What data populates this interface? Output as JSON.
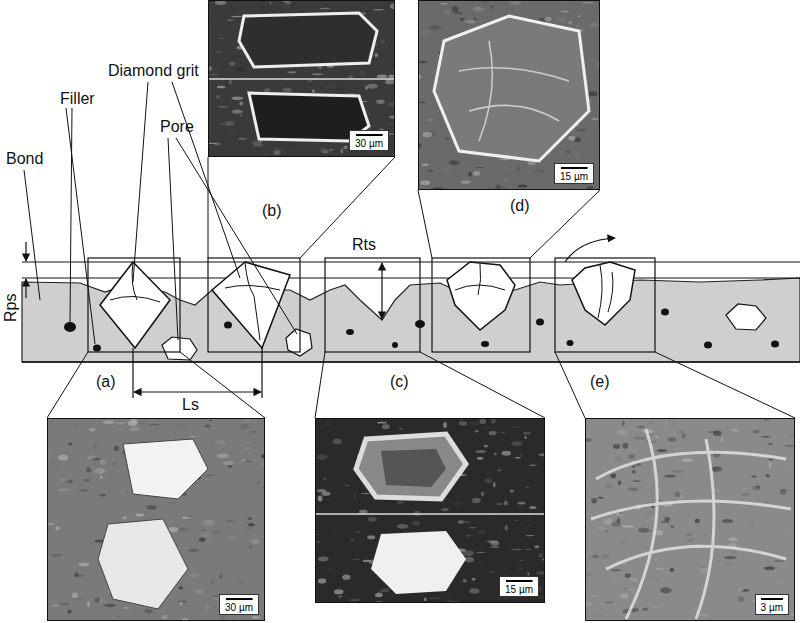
{
  "diagram": {
    "nodes": [
      {
        "text": [
          "30 µm"
        ]
      },
      {
        "text": [
          "15 µm"
        ]
      },
      {
        "text": [
          "30 µm"
        ]
      },
      {
        "text": [
          "15 µm"
        ]
      },
      {
        "text": [
          "3 µm"
        ]
      }
    ],
    "labels": [
      "Diamond grit",
      "Filler",
      "Pore",
      "Bond",
      "Rps",
      "(b)",
      "Rts",
      "(d)",
      "(a)",
      "Ls",
      "(c)",
      "(e)"
    ]
  }
}
